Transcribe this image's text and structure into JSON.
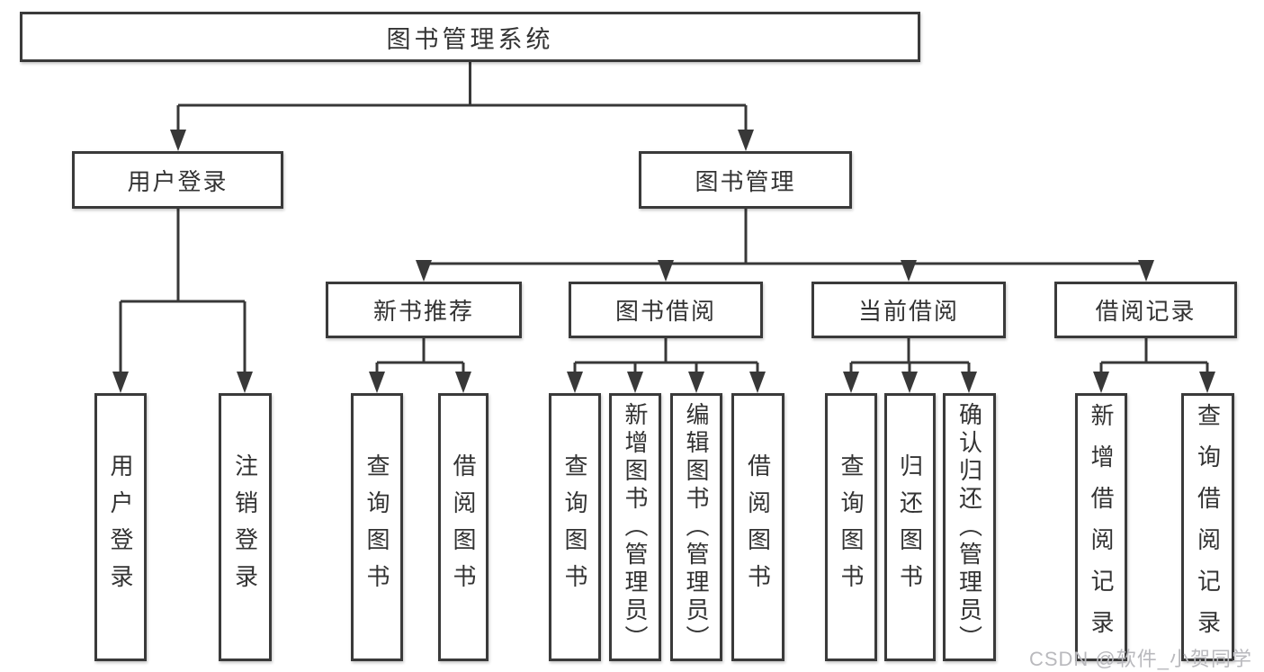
{
  "diagram": {
    "type": "hierarchy-tree",
    "colors": {
      "line": "#383838",
      "border": "#3a3a3a",
      "text": "#333333",
      "box_background": "#ffffff",
      "watermark_text_color": "#b9b9bd"
    },
    "nodes": {
      "root": {
        "label": "图书管理系统"
      },
      "user_login": {
        "label": "用户登录"
      },
      "book_mgmt": {
        "label": "图书管理"
      },
      "new_book_rec": {
        "label": "新书推荐"
      },
      "book_borrow": {
        "label": "图书借阅"
      },
      "current_borrow": {
        "label": "当前借阅"
      },
      "borrow_records": {
        "label": "借阅记录"
      },
      "ul_login": {
        "label": "用户登录"
      },
      "ul_logout": {
        "label": "注销登录"
      },
      "nbr_query": {
        "label": "查询图书"
      },
      "nbr_borrow": {
        "label": "借阅图书"
      },
      "bb_query": {
        "label": "查询图书"
      },
      "bb_add": {
        "label": "新增图书（管理员）"
      },
      "bb_edit": {
        "label": "编辑图书（管理员）"
      },
      "bb_borrow": {
        "label": "借阅图书"
      },
      "cb_query": {
        "label": "查询图书"
      },
      "cb_return": {
        "label": "归还图书"
      },
      "cb_confirm": {
        "label": "确认归还（管理员）"
      },
      "br_add": {
        "label": "新增借阅记录"
      },
      "br_query": {
        "label": "查询借阅记录"
      }
    },
    "edges": [
      [
        "root",
        "user_login"
      ],
      [
        "root",
        "book_mgmt"
      ],
      [
        "user_login",
        "ul_login"
      ],
      [
        "user_login",
        "ul_logout"
      ],
      [
        "book_mgmt",
        "new_book_rec"
      ],
      [
        "book_mgmt",
        "book_borrow"
      ],
      [
        "book_mgmt",
        "current_borrow"
      ],
      [
        "book_mgmt",
        "borrow_records"
      ],
      [
        "new_book_rec",
        "nbr_query"
      ],
      [
        "new_book_rec",
        "nbr_borrow"
      ],
      [
        "book_borrow",
        "bb_query"
      ],
      [
        "book_borrow",
        "bb_add"
      ],
      [
        "book_borrow",
        "bb_edit"
      ],
      [
        "book_borrow",
        "bb_borrow"
      ],
      [
        "current_borrow",
        "cb_query"
      ],
      [
        "current_borrow",
        "cb_return"
      ],
      [
        "current_borrow",
        "cb_confirm"
      ],
      [
        "borrow_records",
        "br_add"
      ],
      [
        "borrow_records",
        "br_query"
      ]
    ],
    "watermark": "CSDN @软件_小贺同学"
  }
}
